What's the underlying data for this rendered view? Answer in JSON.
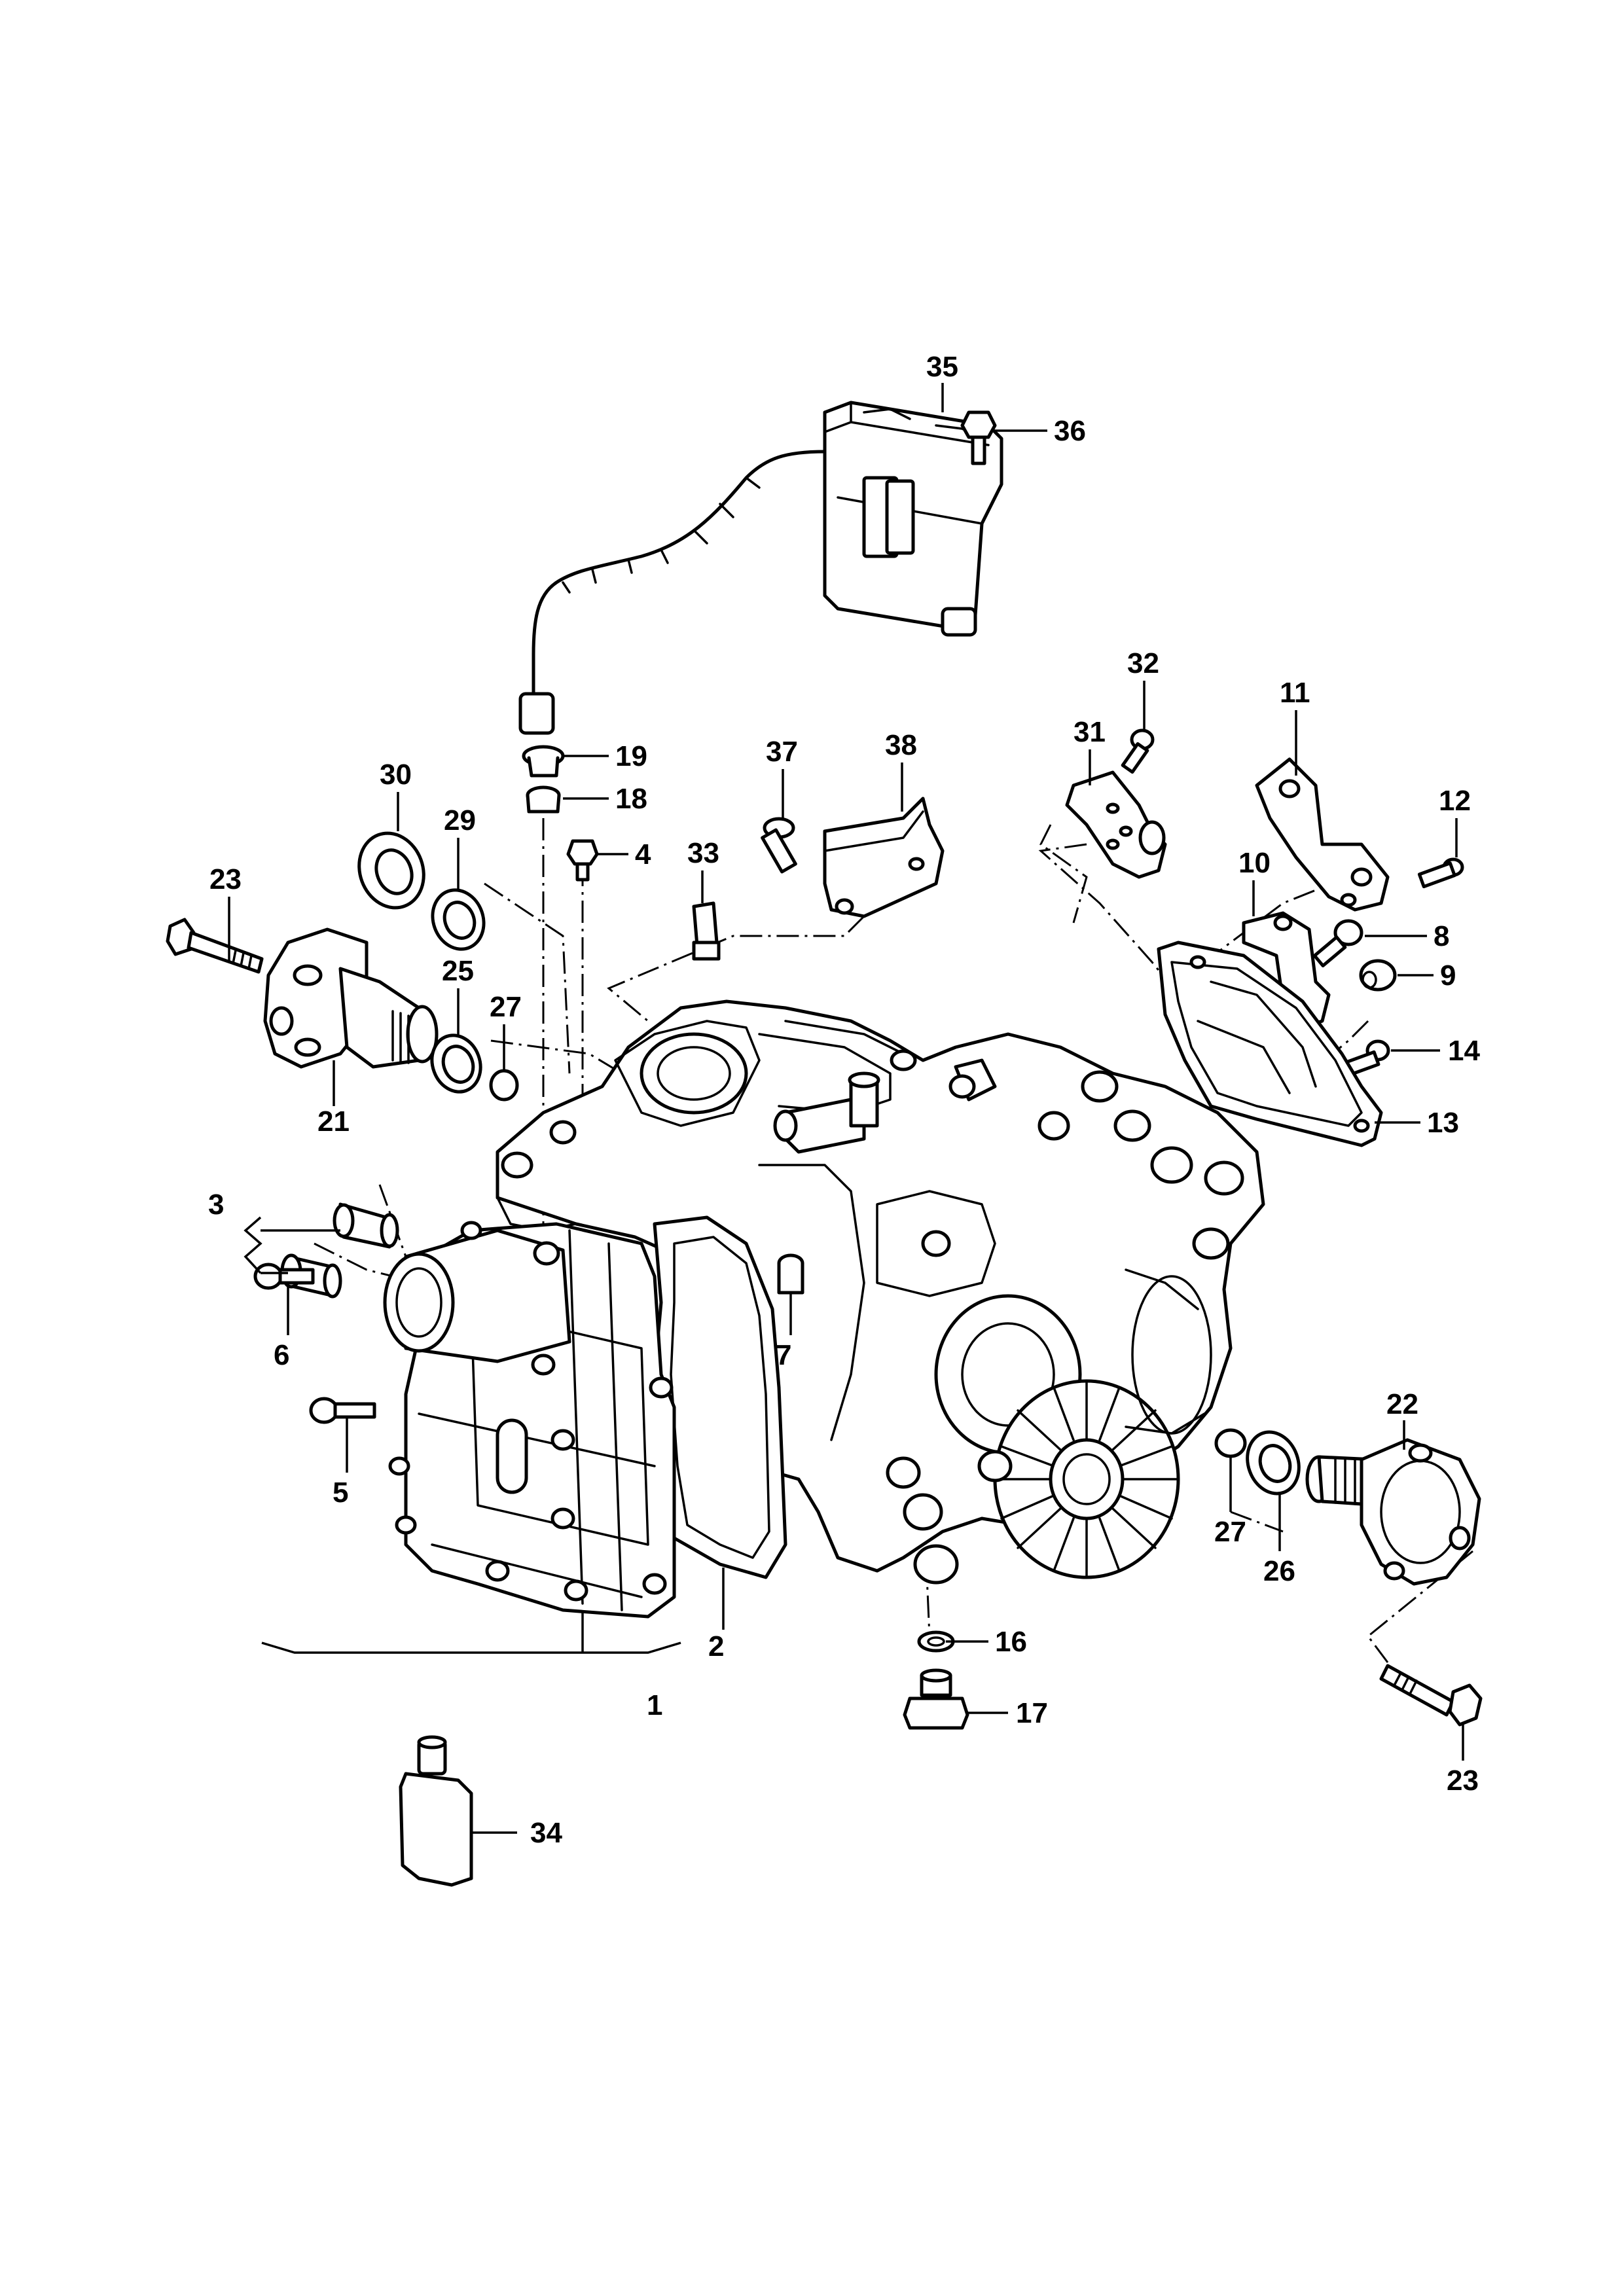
{
  "callouts": [
    {
      "id": "c1",
      "text": "1"
    },
    {
      "id": "c2",
      "text": "2"
    },
    {
      "id": "c3",
      "text": "3"
    },
    {
      "id": "c4",
      "text": "4"
    },
    {
      "id": "c5",
      "text": "5"
    },
    {
      "id": "c6",
      "text": "6"
    },
    {
      "id": "c7",
      "text": "7"
    },
    {
      "id": "c8",
      "text": "8"
    },
    {
      "id": "c9",
      "text": "9"
    },
    {
      "id": "c10",
      "text": "10"
    },
    {
      "id": "c11",
      "text": "11"
    },
    {
      "id": "c12",
      "text": "12"
    },
    {
      "id": "c13",
      "text": "13"
    },
    {
      "id": "c14",
      "text": "14"
    },
    {
      "id": "c16",
      "text": "16"
    },
    {
      "id": "c17",
      "text": "17"
    },
    {
      "id": "c18",
      "text": "18"
    },
    {
      "id": "c19",
      "text": "19"
    },
    {
      "id": "c21",
      "text": "21"
    },
    {
      "id": "c22",
      "text": "22"
    },
    {
      "id": "c23a",
      "text": "23"
    },
    {
      "id": "c23b",
      "text": "23"
    },
    {
      "id": "c25",
      "text": "25"
    },
    {
      "id": "c26",
      "text": "26"
    },
    {
      "id": "c27a",
      "text": "27"
    },
    {
      "id": "c27b",
      "text": "27"
    },
    {
      "id": "c29",
      "text": "29"
    },
    {
      "id": "c30",
      "text": "30"
    },
    {
      "id": "c31",
      "text": "31"
    },
    {
      "id": "c32",
      "text": "32"
    },
    {
      "id": "c33",
      "text": "33"
    },
    {
      "id": "c34",
      "text": "34"
    },
    {
      "id": "c35",
      "text": "35"
    },
    {
      "id": "c36",
      "text": "36"
    },
    {
      "id": "c37",
      "text": "37"
    },
    {
      "id": "c38",
      "text": "38"
    }
  ]
}
